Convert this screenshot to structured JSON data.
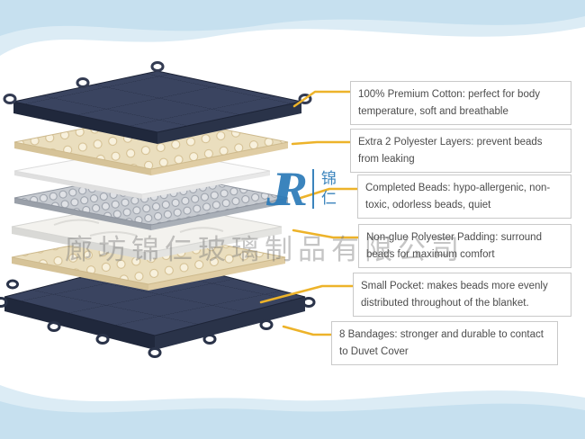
{
  "diagram": {
    "callouts": [
      {
        "text": "100% Premium Cotton: perfect for body temperature, soft and breathable"
      },
      {
        "text": "Extra 2 Polyester Layers: prevent beads from leaking"
      },
      {
        "text": "Completed Beads: hypo-allergenic, non-toxic, odorless beads, quiet"
      },
      {
        "text": "Non-glue Polyester Padding: surround beads for maximum comfort"
      },
      {
        "text": "Small Pocket: makes beads more evenly distributed throughout of the blanket."
      },
      {
        "text": "8 Bandages: stronger and durable to contact to Duvet Cover"
      }
    ]
  },
  "watermark": {
    "company": "廊坊锦仁玻璃制品有限公司",
    "logo_letters": "JR",
    "logo_char_top": "锦",
    "logo_char_bottom": "仁"
  },
  "colors": {
    "callout_line": "#edb32a",
    "cover_navy": "#3a4460",
    "band_blue": "#cfe4f1",
    "logo_blue": "#2b7ab8"
  }
}
